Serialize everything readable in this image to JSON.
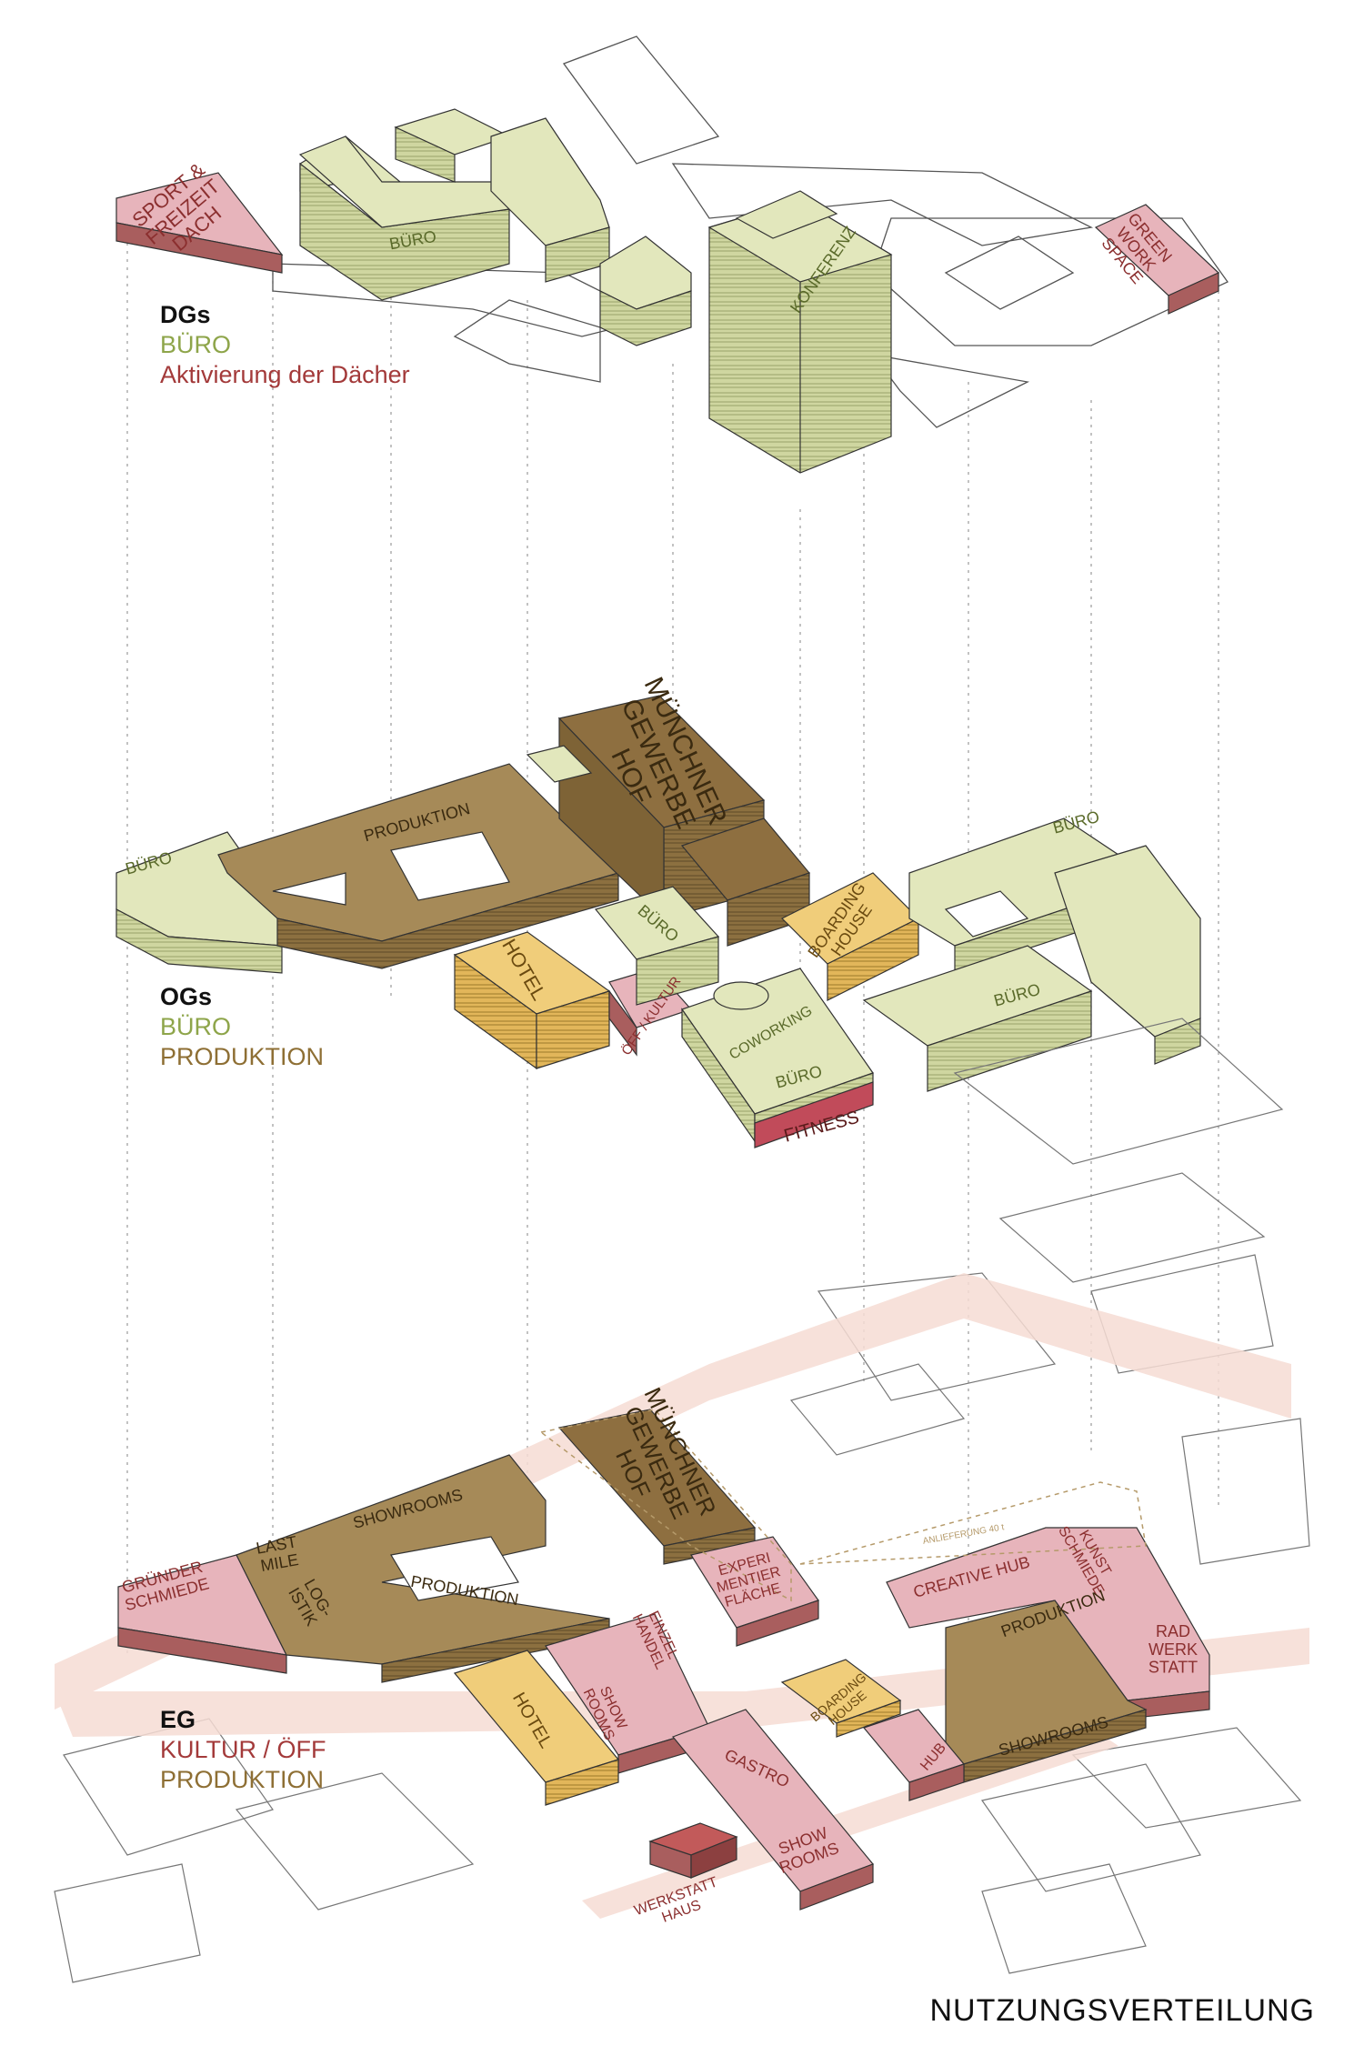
{
  "title": "NUTZUNGSVERTEILUNG",
  "colors": {
    "buero": "#dfe4b8",
    "produktion": "#a68a58",
    "kultur": "#e7b4bb",
    "hotel": "#f0cd7a",
    "line": "#333333"
  },
  "legend": {
    "dg": {
      "heading": "DGs",
      "line1": "BÜRO",
      "line2": "Aktivierung der Dächer"
    },
    "og": {
      "heading": "OGs",
      "line1": "BÜRO",
      "line2": "PRODUKTION"
    },
    "eg": {
      "heading": "EG",
      "line1": "KULTUR / ÖFF",
      "line2": "PRODUKTION"
    }
  },
  "labels": {
    "sport": [
      "SPORT &",
      "FREIZEIT",
      "DACH"
    ],
    "dg_buero": "BÜRO",
    "konferenz": "KONFERENZ",
    "green": [
      "GREEN",
      "WORK",
      "SPACE"
    ],
    "muenchner": [
      "MÜNCHNER",
      "GEWERBE",
      "HOF"
    ],
    "produktion": "PRODUKTION",
    "og_buero_left": "BÜRO",
    "og_buero_right": "BÜRO",
    "og_buero_mid": "BÜRO",
    "og_buero_east": "BÜRO",
    "hotel": "HOTEL",
    "off_kultur": "ÖFF / KULTUR",
    "boarding": [
      "BOARDING",
      "HOUSE"
    ],
    "coworking": "COWORKING",
    "og_buero_cowork": "BÜRO",
    "fitness": "FITNESS",
    "showrooms": "SHOWROOMS",
    "last_mile": [
      "LAST",
      "MILE"
    ],
    "logistik": [
      "LOG-",
      "ISTIK"
    ],
    "gruender": [
      "GRÜNDER",
      "SCHMIEDE"
    ],
    "eg_produktion": "PRODUKTION",
    "eg_muenchner": [
      "MÜNCHNER",
      "GEWERBE",
      "HOF"
    ],
    "experi": [
      "EXPERI",
      "MENTIER",
      "FLÄCHE"
    ],
    "einzel": [
      "EINZEL",
      "HANDEL"
    ],
    "show_rooms_a": [
      "SHOW",
      "ROOMS"
    ],
    "eg_hotel": "HOTEL",
    "gastro": "GASTRO",
    "show_rooms_b": [
      "SHOW",
      "ROOMS"
    ],
    "eg_boarding": [
      "BOARDING",
      "HOUSE"
    ],
    "creative_hub": "CREATIVE HUB",
    "kunst": [
      "KUNST",
      "SCHMIEDE"
    ],
    "eg_produktion_right": "PRODUKTION",
    "rad": [
      "RAD",
      "WERK",
      "STATT"
    ],
    "hub": "HUB",
    "eg_showrooms_right": "SHOWROOMS",
    "werkstatt": [
      "WERKSTATT",
      "HAUS"
    ],
    "anlieferung": "ANLIEFERUNG 40 t"
  }
}
